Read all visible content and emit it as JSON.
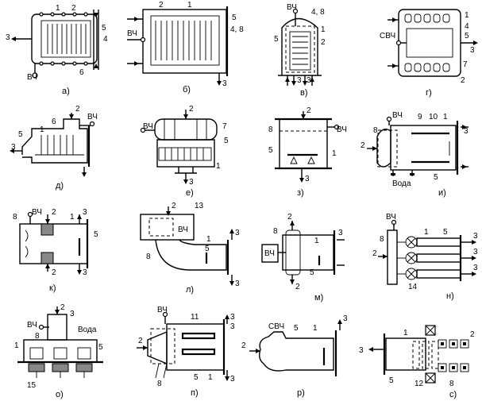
{
  "panels": [
    {
      "id": "a",
      "caption": "а)",
      "labels": [
        "1",
        "2",
        "3",
        "5",
        "4",
        "6",
        "ВЧ"
      ]
    },
    {
      "id": "b",
      "caption": "б)",
      "labels": [
        "2",
        "1",
        "5",
        "4, 8",
        "ВЧ",
        "3"
      ]
    },
    {
      "id": "v",
      "caption": "в)",
      "labels": [
        "ВЧ",
        "4, 8",
        "5",
        "1",
        "2",
        "3",
        "3"
      ]
    },
    {
      "id": "g",
      "caption": "г)",
      "labels": [
        "1",
        "4",
        "СВЧ",
        "5",
        "3",
        "7",
        "2"
      ]
    },
    {
      "id": "d",
      "caption": "д)",
      "labels": [
        "2",
        "6",
        "ВЧ",
        "5",
        "3",
        "1"
      ]
    },
    {
      "id": "e",
      "caption": "е)",
      "labels": [
        "2",
        "7",
        "ВЧ",
        "5",
        "1",
        "3"
      ]
    },
    {
      "id": "z",
      "caption": "з)",
      "labels": [
        "2",
        "8",
        "ВЧ",
        "5",
        "1",
        "3"
      ]
    },
    {
      "id": "i",
      "caption": "и)",
      "labels": [
        "8",
        "ВЧ",
        "9",
        "10",
        "1",
        "3",
        "2",
        "5",
        "Вода"
      ]
    },
    {
      "id": "k",
      "caption": "к)",
      "labels": [
        "8",
        "ВЧ",
        "2",
        "1",
        "3",
        "5",
        "2",
        "3"
      ]
    },
    {
      "id": "l",
      "caption": "л)",
      "labels": [
        "2",
        "13",
        "ВЧ",
        "1",
        "3",
        "8",
        "5",
        "3"
      ]
    },
    {
      "id": "m",
      "caption": "м)",
      "labels": [
        "2",
        "8",
        "1",
        "3",
        "ВЧ",
        "5",
        "2"
      ]
    },
    {
      "id": "n",
      "caption": "н)",
      "labels": [
        "ВЧ",
        "1",
        "5",
        "8",
        "2",
        "3",
        "3",
        "3",
        "14"
      ]
    },
    {
      "id": "o",
      "caption": "о)",
      "labels": [
        "2",
        "3",
        "ВЧ",
        "8",
        "Вода",
        "1",
        "5",
        "15"
      ]
    },
    {
      "id": "p",
      "caption": "п)",
      "labels": [
        "ВЧ",
        "11",
        "3",
        "3",
        "2",
        "8",
        "5",
        "1",
        "3"
      ]
    },
    {
      "id": "r",
      "caption": "р)",
      "labels": [
        "СВЧ",
        "5",
        "1",
        "3",
        "2"
      ]
    },
    {
      "id": "s",
      "caption": "с)",
      "labels": [
        "1",
        "2",
        "3",
        "5",
        "12",
        "8"
      ]
    }
  ]
}
